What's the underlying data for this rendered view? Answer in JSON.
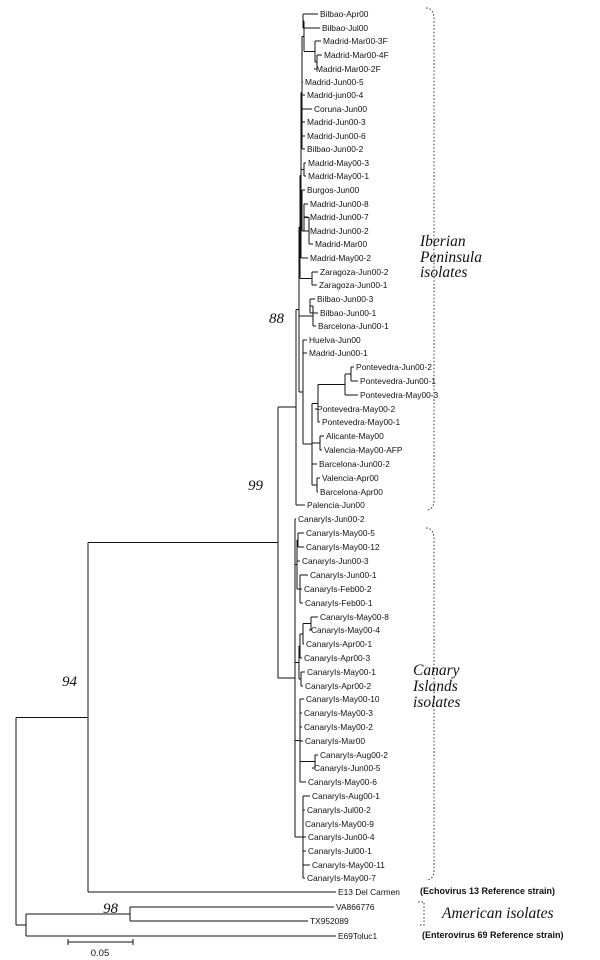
{
  "leaves": [
    "Bilbao-Apr00",
    "Bilbao-Jul00",
    "Madrid-Mar00-3F",
    "Madrid-Mar00-4F",
    "Madrid-Mar00-2F",
    "Madrid-Jun00-5",
    "Madrid-jun00-4",
    "Coruna-Jun00",
    "Madrid-Jun00-3",
    "Madrid-Jun00-6",
    "Bilbao-Jun00-2",
    "Madrid-May00-3",
    "Madrid-May00-1",
    "Burgos-Jun00",
    "Madrid-Jun00-8",
    "Madrid-Jun00-7",
    "Madrid-Jun00-2",
    "Madrid-Mar00",
    "Madrid-May00-2",
    "Zaragoza-Jun00-2",
    "Zaragoza-Jun00-1",
    "Bilbao-Jun00-3",
    "Bilbao-Jun00-1",
    "Barcelona-Jun00-1",
    "Huelva-Jun00",
    "Madrid-Jun00-1",
    "Pontevedra-Jun00-2",
    "Pontevedra-Jun00-1",
    "Pontevedra-May00-3",
    "Pontevedra-May00-2",
    "Pontevedra-May00-1",
    "Alicante-May00",
    "Valencia-May00-AFP",
    "Barcelona-Jun00-2",
    "Valencia-Apr00",
    "Barcelona-Apr00",
    "Palencia-Jun00",
    "CanaryIs-Jun00-2",
    "CanaryIs-May00-5",
    "CanaryIs-May00-12",
    "CanaryIs-Jun00-3",
    "CanaryIs-Jun00-1",
    "CanaryIs-Feb00-2",
    "CanaryIs-Feb00-1",
    "CanaryIs-May00-8",
    "CanaryIs-May00-4",
    "CanaryIs-Apr00-1",
    "CanaryIs-Apr00-3",
    "CanaryIs-May00-1",
    "CanaryIs-Apr00-2",
    "CanaryIs-May00-10",
    "CanaryIs-May00-3",
    "CanaryIs-May00-2",
    "CanaryIs-Mar00",
    "CanaryIs-Aug00-2",
    "CanaryIs-Jun00-5",
    "CanaryIs-May00-6",
    "CanaryIs-Aug00-1",
    "CanaryIs-Jul00-2",
    "CanaryIs-May00-9",
    "CanaryIs-Jun00-4",
    "CanaryIs-Jul00-1",
    "CanaryIs-May00-11",
    "CanaryIs-May00-7",
    "E13 Del Carmen",
    "VA866776",
    "TX952089",
    "E69Toluc1"
  ],
  "bootstrap": [
    "88",
    "99",
    "94",
    "98"
  ],
  "groups": {
    "iberian": [
      "Iberian",
      "Peninsula",
      "isolates"
    ],
    "canary": [
      "Canary",
      "Islands",
      "isolates"
    ],
    "american": "American isolates"
  },
  "reference_notes": {
    "e13": "(Echovirus 13 Reference strain)",
    "e69": "(Enterovirus 69 Reference strain)"
  },
  "scale_bar_label": "0.05"
}
